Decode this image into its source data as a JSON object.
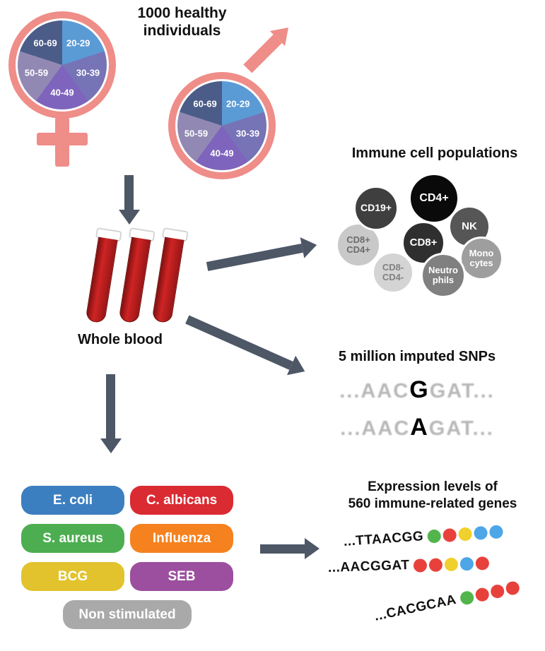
{
  "palette": {
    "symbol_pink": "#ef8d89",
    "arrow_gray": "#4d5766",
    "blood_red": "#b71c1c"
  },
  "demographics": {
    "title": "1000 healthy\nindividuals",
    "ages": {
      "a2029": "20-29",
      "a3039": "30-39",
      "a4049": "40-49",
      "a5059": "50-59",
      "a6069": "60-69"
    },
    "pie_gradient": "conic-gradient(#5b9bd5 0deg 72deg, #7674b6 72deg 144deg, #7e64bc 144deg 216deg, #9189b4 216deg 288deg, #4c5c88 288deg 360deg)"
  },
  "blood": {
    "label": "Whole blood"
  },
  "immune": {
    "title": "Immune cell populations",
    "cells": [
      {
        "line1": "CD19+",
        "bg": "#3f3f3f",
        "fg": "#ffffff"
      },
      {
        "line1": "CD4+",
        "bg": "#0a0a0a",
        "fg": "#ffffff"
      },
      {
        "line1": "NK",
        "bg": "#565656",
        "fg": "#ffffff"
      },
      {
        "line1": "CD8+",
        "line2": "CD4+",
        "bg": "#c9c9c9",
        "fg": "#6b6b6b"
      },
      {
        "line1": "CD8+",
        "bg": "#2f2f2f",
        "fg": "#ffffff"
      },
      {
        "line1": "Mono",
        "line2": "cytes",
        "bg": "#9e9e9e",
        "fg": "#ffffff"
      },
      {
        "line1": "CD8-",
        "line2": "CD4-",
        "bg": "#d4d4d4",
        "fg": "#808080"
      },
      {
        "line1": "Neutro",
        "line2": "phils",
        "bg": "#808080",
        "fg": "#ffffff"
      }
    ]
  },
  "snps": {
    "title": "5 million imputed SNPs",
    "sequences": [
      {
        "prefix": "...AAC",
        "variant": "G",
        "suffix": "GAT..."
      },
      {
        "prefix": "...AAC",
        "variant": "A",
        "suffix": "GAT..."
      }
    ]
  },
  "stimuli": {
    "items": [
      {
        "label": "E. coli",
        "color": "#3c7fc0"
      },
      {
        "label": "C. albicans",
        "color": "#da2a32"
      },
      {
        "label": "S. aureus",
        "color": "#4cae50"
      },
      {
        "label": "Influenza",
        "color": "#f5821f"
      },
      {
        "label": "BCG",
        "color": "#e2c32e"
      },
      {
        "label": "SEB",
        "color": "#9c4f9f"
      },
      {
        "label": "Non stimulated",
        "color": "#a9a9a9"
      }
    ]
  },
  "expression": {
    "title": "Expression levels of\n560 immune-related genes",
    "rows": [
      {
        "seq": "...TTAACGG",
        "dots": [
          "#52b54b",
          "#e8413c",
          "#f0d02c",
          "#4da6e8",
          "#4da6e8"
        ]
      },
      {
        "seq": "...AACGGAT",
        "dots": [
          "#e8413c",
          "#e8413c",
          "#f0d02c",
          "#4da6e8",
          "#e8413c"
        ]
      },
      {
        "seq": "...CACGCAA",
        "dots": [
          "#52b54b",
          "#e8413c",
          "#e8413c",
          "#e8413c"
        ]
      }
    ]
  }
}
